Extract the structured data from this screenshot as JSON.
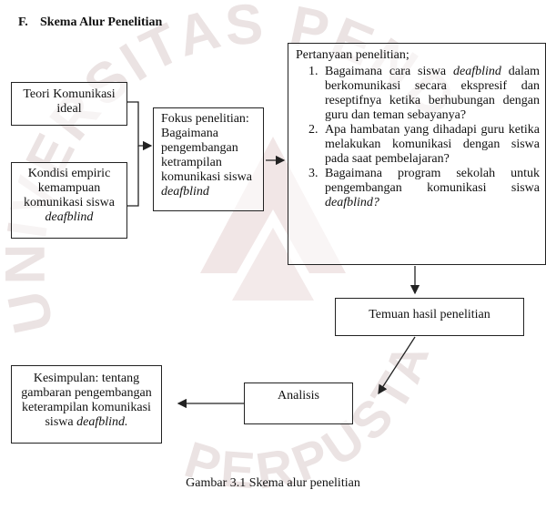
{
  "heading": {
    "number": "F.",
    "title": "Skema Alur Penelitian"
  },
  "boxes": {
    "teori": {
      "line1": "Teori Komunikasi",
      "line2": "ideal"
    },
    "kondisi": {
      "line1": "Kondisi empiric",
      "line2": "kemampuan",
      "line3": "komunikasi siswa",
      "line4": "deafblind"
    },
    "fokus": {
      "line1": "Fokus penelitian:",
      "line2": "Bagaimana",
      "line3": "pengembangan",
      "line4": "ketrampilan",
      "line5": "komunikasi siswa",
      "line6": "deafblind"
    },
    "pertanyaan": {
      "title": "Pertanyaan penelitian;",
      "q1_a": "Bagaimana cara siswa ",
      "q1_em": "deafblind",
      "q1_b": " dalam berkomunikasi secara ekspresif dan reseptifnya ketika berhubungan dengan guru dan teman sebayanya?",
      "q2": "Apa hambatan yang dihadapi guru ketika melakukan komunikasi dengan siswa pada saat pembelajaran?",
      "q3_a": "Bagaimana program sekolah untuk pengembangan komunikasi siswa ",
      "q3_em": "deafblind?"
    },
    "temuan": {
      "label": "Temuan hasil penelitian"
    },
    "analisis": {
      "label": "Analisis"
    },
    "kesimpulan": {
      "line1": "Kesimpulan:  tentang",
      "line2": "gambaran pengembangan",
      "line3": "keterampilan komunikasi",
      "line4": "siswa ",
      "line4_em": "deafblind."
    }
  },
  "watermark": {
    "text_top": "UNIVERSITAS PENDIDIKAN",
    "text_bottom": "PERPUSTAKAAN",
    "color": "#e9dede"
  },
  "caption": "Gambar 3.1 Skema alur penelitian"
}
